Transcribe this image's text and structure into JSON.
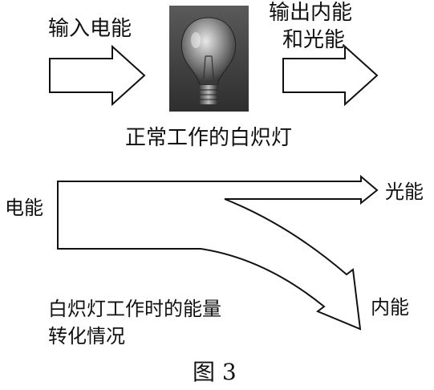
{
  "top": {
    "input_label": "输入电能",
    "output_label_line1": "输出内能",
    "output_label_line2": "和光能",
    "bulb_caption": "正常工作的白炽灯"
  },
  "sankey": {
    "input_label": "电能",
    "light_label": "光能",
    "heat_label": "内能",
    "description_line1": "白炽灯工作时的能量",
    "description_line2": "转化情况"
  },
  "figure_caption": "图 3"
}
